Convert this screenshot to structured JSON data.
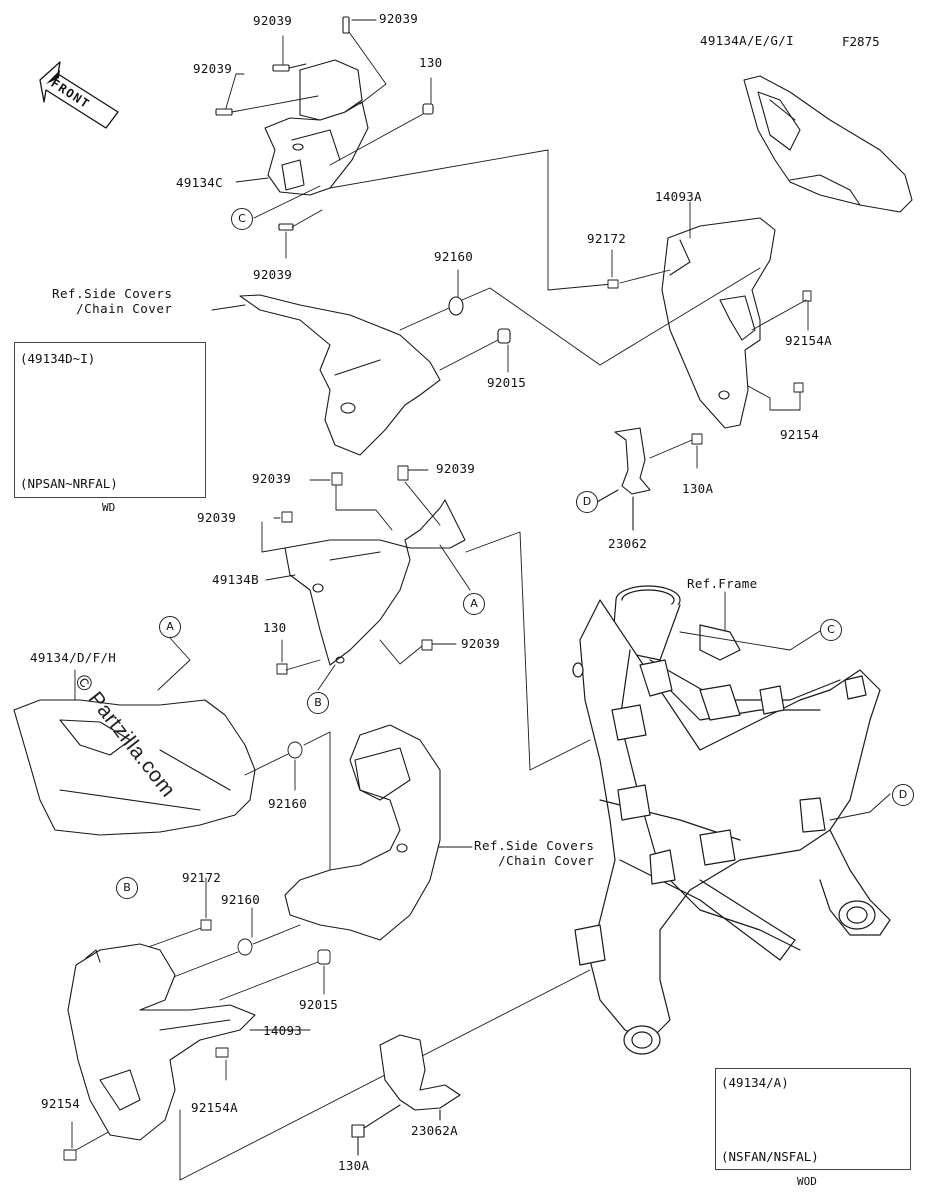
{
  "figure_id": "F2875",
  "front_label": "FRONT",
  "watermark": "© Partzilla.com",
  "part_labels": {
    "p92039_a": "92039",
    "p92039_b": "92039",
    "p92039_c": "92039",
    "p92039_d": "92039",
    "p130_top": "130",
    "p49134C": "49134C",
    "p49134AEGI": "49134A/E/G/I",
    "p14093A": "14093A",
    "p92172_top": "92172",
    "p92160_top": "92160",
    "p92015_top": "92015",
    "p92154A_top": "92154A",
    "p92154_top": "92154",
    "p130A_top": "130A",
    "p23062": "23062",
    "p92039_e": "92039",
    "p92039_f": "92039",
    "p92039_g": "92039",
    "p49134B": "49134B",
    "p130_mid": "130",
    "p92039_h": "92039",
    "p49134DFH": "49134/D/F/H",
    "p92160_mid": "92160",
    "p92172_bot": "92172",
    "p92160_bot": "92160",
    "p92015_bot": "92015",
    "p14093": "14093",
    "p92154_bot": "92154",
    "p92154A_bot": "92154A",
    "p130A_bot": "130A",
    "p23062A": "23062A"
  },
  "ref_labels": {
    "side_covers_top": [
      "Ref.Side Covers",
      "/Chain Cover"
    ],
    "side_covers_bot": [
      "Ref.Side Covers",
      "/Chain Cover"
    ],
    "frame": "Ref.Frame"
  },
  "callouts": {
    "A1": "A",
    "A2": "A",
    "B1": "B",
    "B2": "B",
    "C1": "C",
    "C2": "C",
    "D1": "D",
    "D2": "D"
  },
  "inset_left": {
    "header": "(49134D~I)",
    "footer": "(NPSAN~NRFAL)",
    "caption": "WD"
  },
  "inset_right": {
    "header": "(49134/A)",
    "footer": "(NSFAN/NSFAL)",
    "caption": "WOD"
  }
}
